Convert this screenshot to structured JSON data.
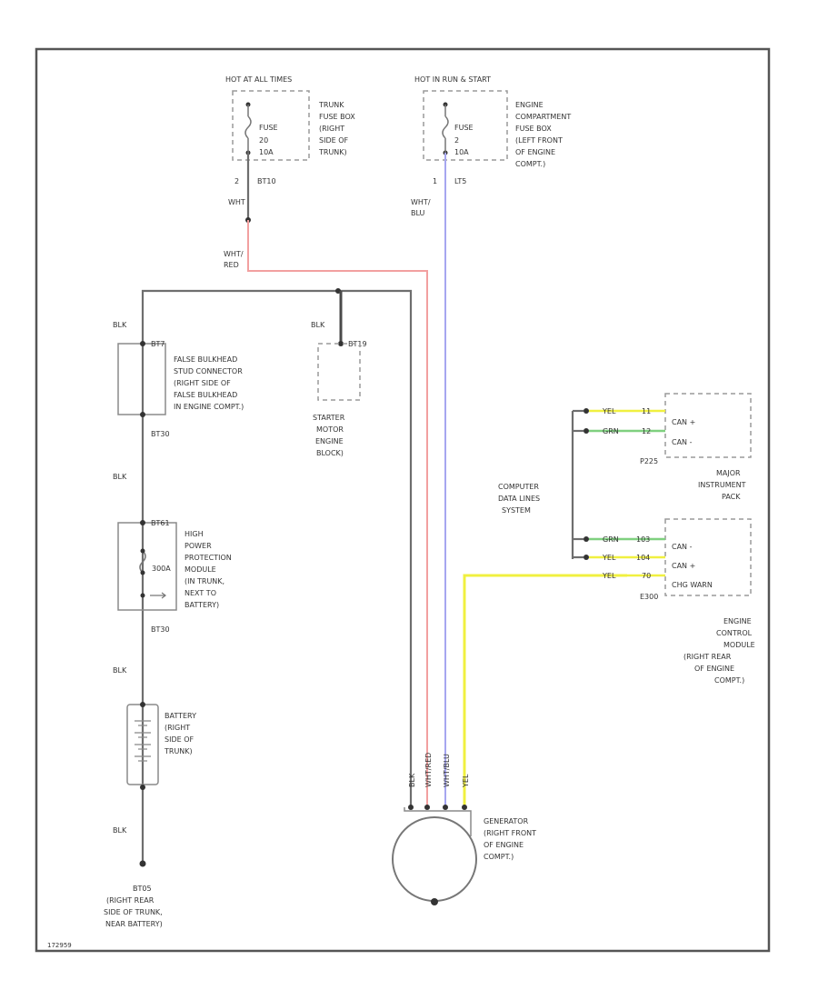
{
  "colors": {
    "red_wire": "#f2a0a0",
    "blue_wire": "#a6a6f0",
    "yellow_wire": "#f0f040",
    "green_wire": "#7fd07f",
    "ground_wire": "#555555",
    "frame": "#555555"
  },
  "diagram_id": "172959",
  "fuse_left": {
    "header": "HOT AT ALL TIMES",
    "fuse_label": "FUSE",
    "fuse_rating": "20",
    "fuse_unit": "10A",
    "location": "TRUNK FUSE BOX (RIGHT SIDE OF TRUNK)",
    "pin": "2",
    "connector": "BT10",
    "wire_color_top": "WHT",
    "wire_color_bottom": "WHT/ RED"
  },
  "fuse_right": {
    "header": "HOT IN RUN & START",
    "fuse_label": "FUSE",
    "fuse_rating": "2",
    "fuse_unit": "10A",
    "location": "ENGINE COMPARTMENT FUSE BOX (LEFT FRONT OF ENGINE COMPT.)",
    "pin": "1",
    "connector": "LT5",
    "wire_color": "WHT/ BLU"
  },
  "starter": {
    "wire_color": "BLK",
    "connector": "BT19",
    "label": "STARTER MOTOR ENGINE BLOCK)"
  },
  "bulkhead": {
    "wire_color": "BLK",
    "connector_top": "BT7",
    "label": "FALSE BULKHEAD STUD CONNECTOR (RIGHT SIDE OF FALSE BULKHEAD IN ENGINE COMPT.)",
    "connector_bottom": "BT30"
  },
  "protection": {
    "wire_color": "BLK",
    "connector_top": "BT61",
    "rating": "300A",
    "label": "HIGH POWER PROTECTION MODULE (IN TRUNK, NEXT TO BATTERY)",
    "connector_bottom": "BT30"
  },
  "battery": {
    "wire_color": "BLK",
    "label": "BATTERY (RIGHT SIDE OF TRUNK)"
  },
  "ground": {
    "wire_color": "BLK",
    "label": "BT05 (RIGHT REAR SIDE OF TRUNK, NEAR BATTERY)"
  },
  "generator": {
    "label": "GENERATOR (RIGHT FRONT OF ENGINE COMPT.)",
    "wire_labels": [
      "BLK",
      "WHT/RED",
      "WHT/BLU",
      "YEL"
    ]
  },
  "data_link": {
    "label": "COMPUTER DATA LINES SYSTEM"
  },
  "instrument_pack": {
    "connector": "P225",
    "label": "MAJOR INSTRUMENT PACK",
    "wires": [
      {
        "color": "YEL",
        "pin": "11",
        "signal": "CAN +"
      },
      {
        "color": "GRN",
        "pin": "12",
        "signal": "CAN -"
      }
    ]
  },
  "ecm": {
    "connector": "E300",
    "label": "ENGINE CONTROL MODULE (RIGHT REAR OF ENGINE COMPT.)",
    "wires": [
      {
        "color": "GRN",
        "pin": "103",
        "signal": "CAN -"
      },
      {
        "color": "YEL",
        "pin": "104",
        "signal": "CAN +"
      },
      {
        "color": "YEL",
        "pin": "70",
        "signal": "CHG WARN"
      }
    ]
  }
}
